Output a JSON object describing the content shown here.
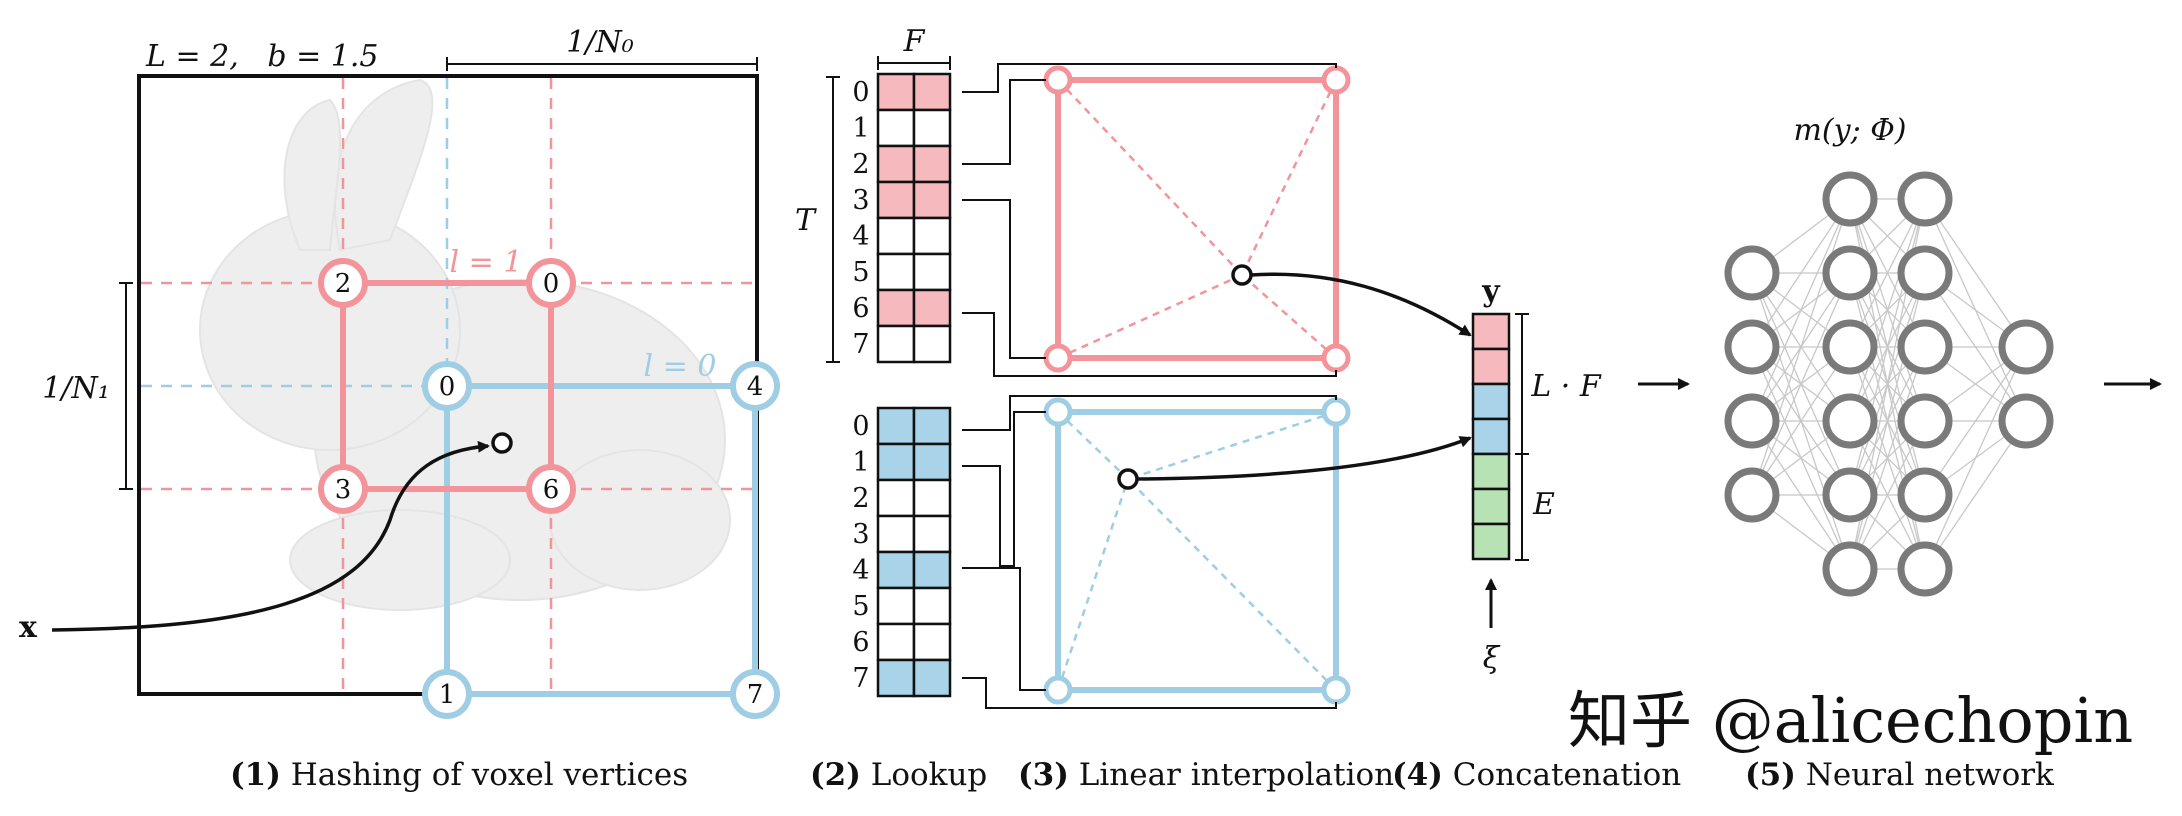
{
  "colors": {
    "red": "#f2949a",
    "red_fill": "#f6b9bd",
    "blue": "#9fcde3",
    "blue_fill": "#a8d3e8",
    "green_fill": "#b7e2b4",
    "gray": "#7a7a7a",
    "text": "#111111"
  },
  "panel1": {
    "params": "L = 2,   b = 1.5",
    "n0_label": "1/N₀",
    "n1_label": "1/N₁",
    "level1_label": "l = 1",
    "level0_label": "l = 0",
    "x_label": "x",
    "red_vertices": [
      "2",
      "0",
      "3",
      "6"
    ],
    "blue_vertices": [
      "0",
      "4",
      "1",
      "7"
    ]
  },
  "panel2": {
    "f_label": "F",
    "t_label": "T",
    "indices": [
      "0",
      "1",
      "2",
      "3",
      "4",
      "5",
      "6",
      "7"
    ],
    "red_filled_rows": [
      0,
      2,
      3,
      6
    ],
    "blue_filled_rows": [
      0,
      1,
      4,
      7
    ]
  },
  "panel4": {
    "y_label": "y",
    "lf_label": "L · F",
    "e_label": "E",
    "xi_label": "ξ",
    "cells": [
      "red",
      "red",
      "blue",
      "blue",
      "green",
      "green",
      "green"
    ]
  },
  "panel5": {
    "title": "m(y; Φ)",
    "layers": [
      4,
      6,
      6,
      2
    ]
  },
  "captions": [
    {
      "num": "(1)",
      "text": " Hashing of voxel vertices"
    },
    {
      "num": "(2)",
      "text": " Lookup"
    },
    {
      "num": "(3)",
      "text": " Linear interpolation"
    },
    {
      "num": "(4)",
      "text": " Concatenation"
    },
    {
      "num": "(5)",
      "text": " Neural network"
    }
  ],
  "watermark": "知乎 @alicechopin"
}
